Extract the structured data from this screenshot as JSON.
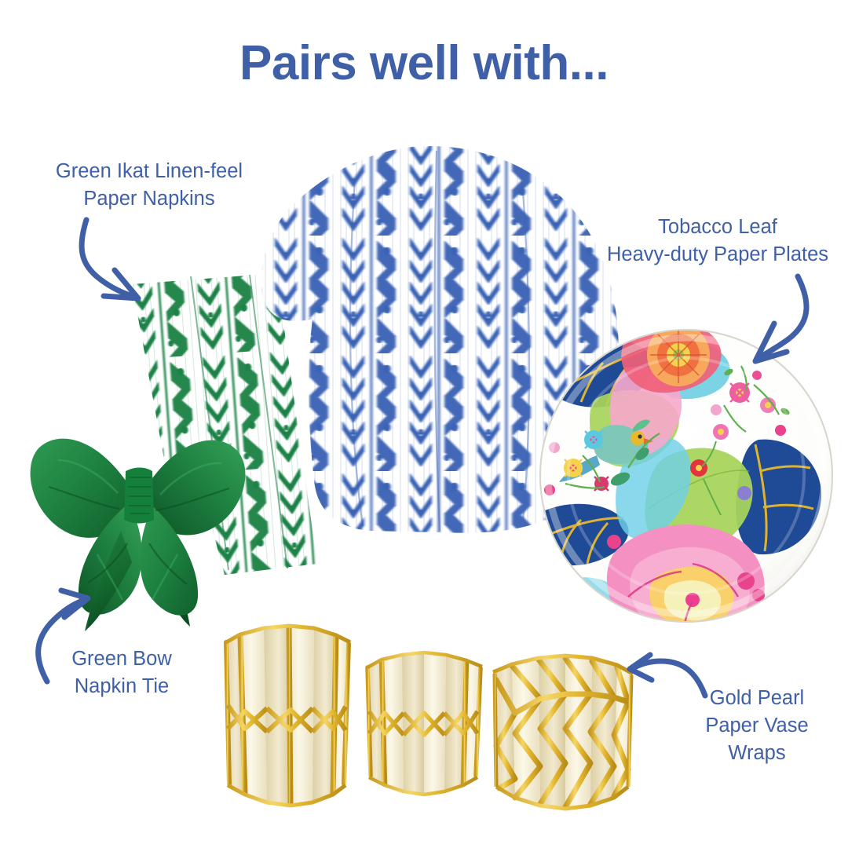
{
  "page": {
    "background": "#ffffff",
    "accent_blue": "#3F5FA6",
    "ikat_green": "#1B8246",
    "ikat_blue": "#3B63B5",
    "velvet_green": "#1E8140",
    "gold": "#E0B53A",
    "cream": "#FAF4DF"
  },
  "header": {
    "title": "Pairs well with..."
  },
  "callouts": [
    {
      "id": "green-ikat-napkins",
      "lines": [
        "Green Ikat Linen-feel",
        "Paper Napkins"
      ],
      "arrow": "curved-arrow-down-right"
    },
    {
      "id": "tobacco-leaf-plates",
      "lines": [
        "Tobacco Leaf",
        "Heavy-duty Paper Plates"
      ],
      "arrow": "curved-arrow-down-left"
    },
    {
      "id": "green-bow-napkin-tie",
      "lines": [
        "Green Bow",
        "Napkin Tie"
      ],
      "arrow": "curved-arrow-up-right"
    },
    {
      "id": "gold-pearl-vase-wraps",
      "lines": [
        "Gold Pearl",
        "Paper Vase",
        "Wraps"
      ],
      "arrow": "curved-arrow-up-left"
    }
  ],
  "products": [
    {
      "id": "green-ikat-napkin-stack",
      "name": "Green Ikat Linen-feel Paper Napkins",
      "color": "#1B8246",
      "pattern": "ikat-chevron-zigzag",
      "shape": "tilted-rectangular-stack"
    },
    {
      "id": "blue-ikat-napkin-fan",
      "name": "Blue Ikat Linen-feel Paper Napkins",
      "color": "#3B63B5",
      "pattern": "ikat-chevron-zigzag",
      "shape": "fanned-rounded-stack"
    },
    {
      "id": "tobacco-leaf-paper-plate",
      "name": "Tobacco Leaf Heavy-duty Paper Plates",
      "shape": "round-plate",
      "palette": [
        "#E8438B",
        "#F7A8CC",
        "#A8D45A",
        "#5CC8E0",
        "#1F4A96",
        "#E8B92C",
        "#F26A4B"
      ]
    },
    {
      "id": "green-bow-napkin-tie",
      "name": "Green Bow Napkin Tie",
      "color": "#1E8140",
      "shape": "velvet-bow"
    },
    {
      "id": "gold-pearl-vase-wrap-1",
      "name": "Gold Pearl Paper Vase Wrap",
      "pattern": "elongated-hexagon-pleat",
      "colors": [
        "#FAF4DF",
        "#E0B53A"
      ]
    },
    {
      "id": "gold-pearl-vase-wrap-2",
      "name": "Gold Pearl Paper Vase Wrap",
      "pattern": "narrow-pleat",
      "colors": [
        "#FAF4DF",
        "#E0B53A"
      ]
    },
    {
      "id": "gold-pearl-vase-wrap-3",
      "name": "Gold Pearl Paper Vase Wrap",
      "pattern": "diamond-lattice-pleat",
      "colors": [
        "#FAF4DF",
        "#E0B53A"
      ]
    }
  ]
}
